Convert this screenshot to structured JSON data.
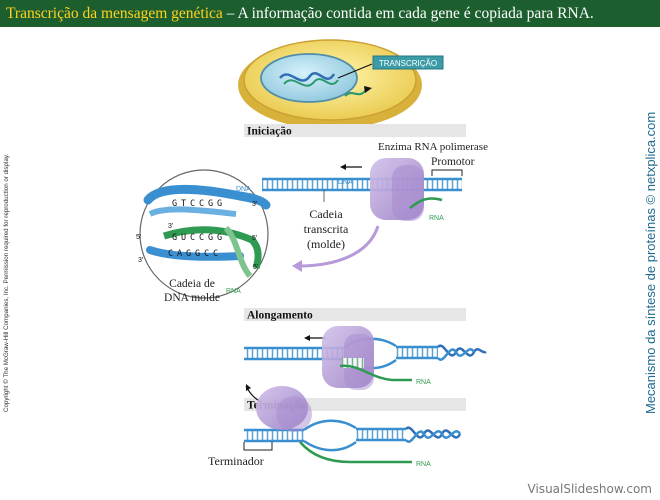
{
  "banner": {
    "title": "Transcrição da mensagem genética",
    "separator": " – ",
    "subtitle": "A informação contida em cada gene é copiada para RNA."
  },
  "copyright": "Copyright © The McGraw-Hill Companies, Inc. Permission required for reproduction or display.",
  "side_caption": "Mecanismo da síntese de proteínas © netxplica.com",
  "cell": {
    "label": "TRANSCRIÇÃO"
  },
  "stages": {
    "initiation": "Iniciação",
    "elongation": "Alongamento",
    "termination": "Terminação"
  },
  "labels": {
    "enzyme": "Enzima RNA polimerase",
    "promoter": "Promotor",
    "template_strand_1": "Cadeia",
    "template_strand_2": "transcrita",
    "template_strand_3": "(molde)",
    "dna_template_1": "Cadeia de",
    "dna_template_2": "DNA molde",
    "dna": "DNA",
    "rna": "RNA",
    "terminator": "Terminador",
    "prime3": "3'",
    "prime5": "5'"
  },
  "zoom": {
    "top_strand": [
      "G",
      "T",
      "C",
      "C",
      "G",
      "G"
    ],
    "middle_strand": [
      "G",
      "U",
      "C",
      "C",
      "G",
      "G"
    ],
    "bottom_strand": [
      "C",
      "A",
      "G",
      "G",
      "C",
      "C"
    ]
  },
  "watermark": "VisualSlideshow.com",
  "colors": {
    "banner": "#1d5e2e",
    "banner_title": "#ffd21f",
    "dna": "#3a8fd0",
    "rna": "#2f9a52",
    "polymerase": "#b8a0d6",
    "stage_bar": "#e6e6e6"
  }
}
